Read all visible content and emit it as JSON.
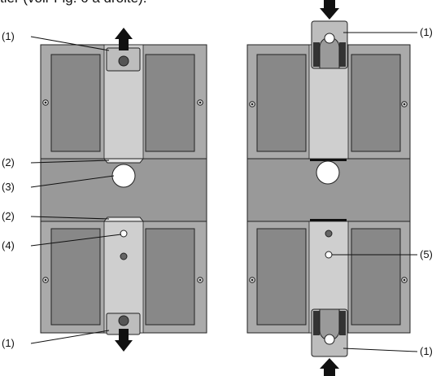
{
  "caption_fragment": "tier (voir Fig. 6 à droite).",
  "callouts": {
    "left": [
      "(1)",
      "(2)",
      "(3)",
      "(2)",
      "(4)",
      "(1)"
    ],
    "right": [
      "(1)",
      "(5)",
      "(1)"
    ]
  },
  "colors": {
    "panel": "#aaaaaa",
    "window": "#888888",
    "strip": "#cfcfcf",
    "outline": "#222222",
    "circle": "#ffffff"
  },
  "icons": [
    "arrow-up-icon",
    "arrow-down-icon",
    "screw-icon"
  ]
}
